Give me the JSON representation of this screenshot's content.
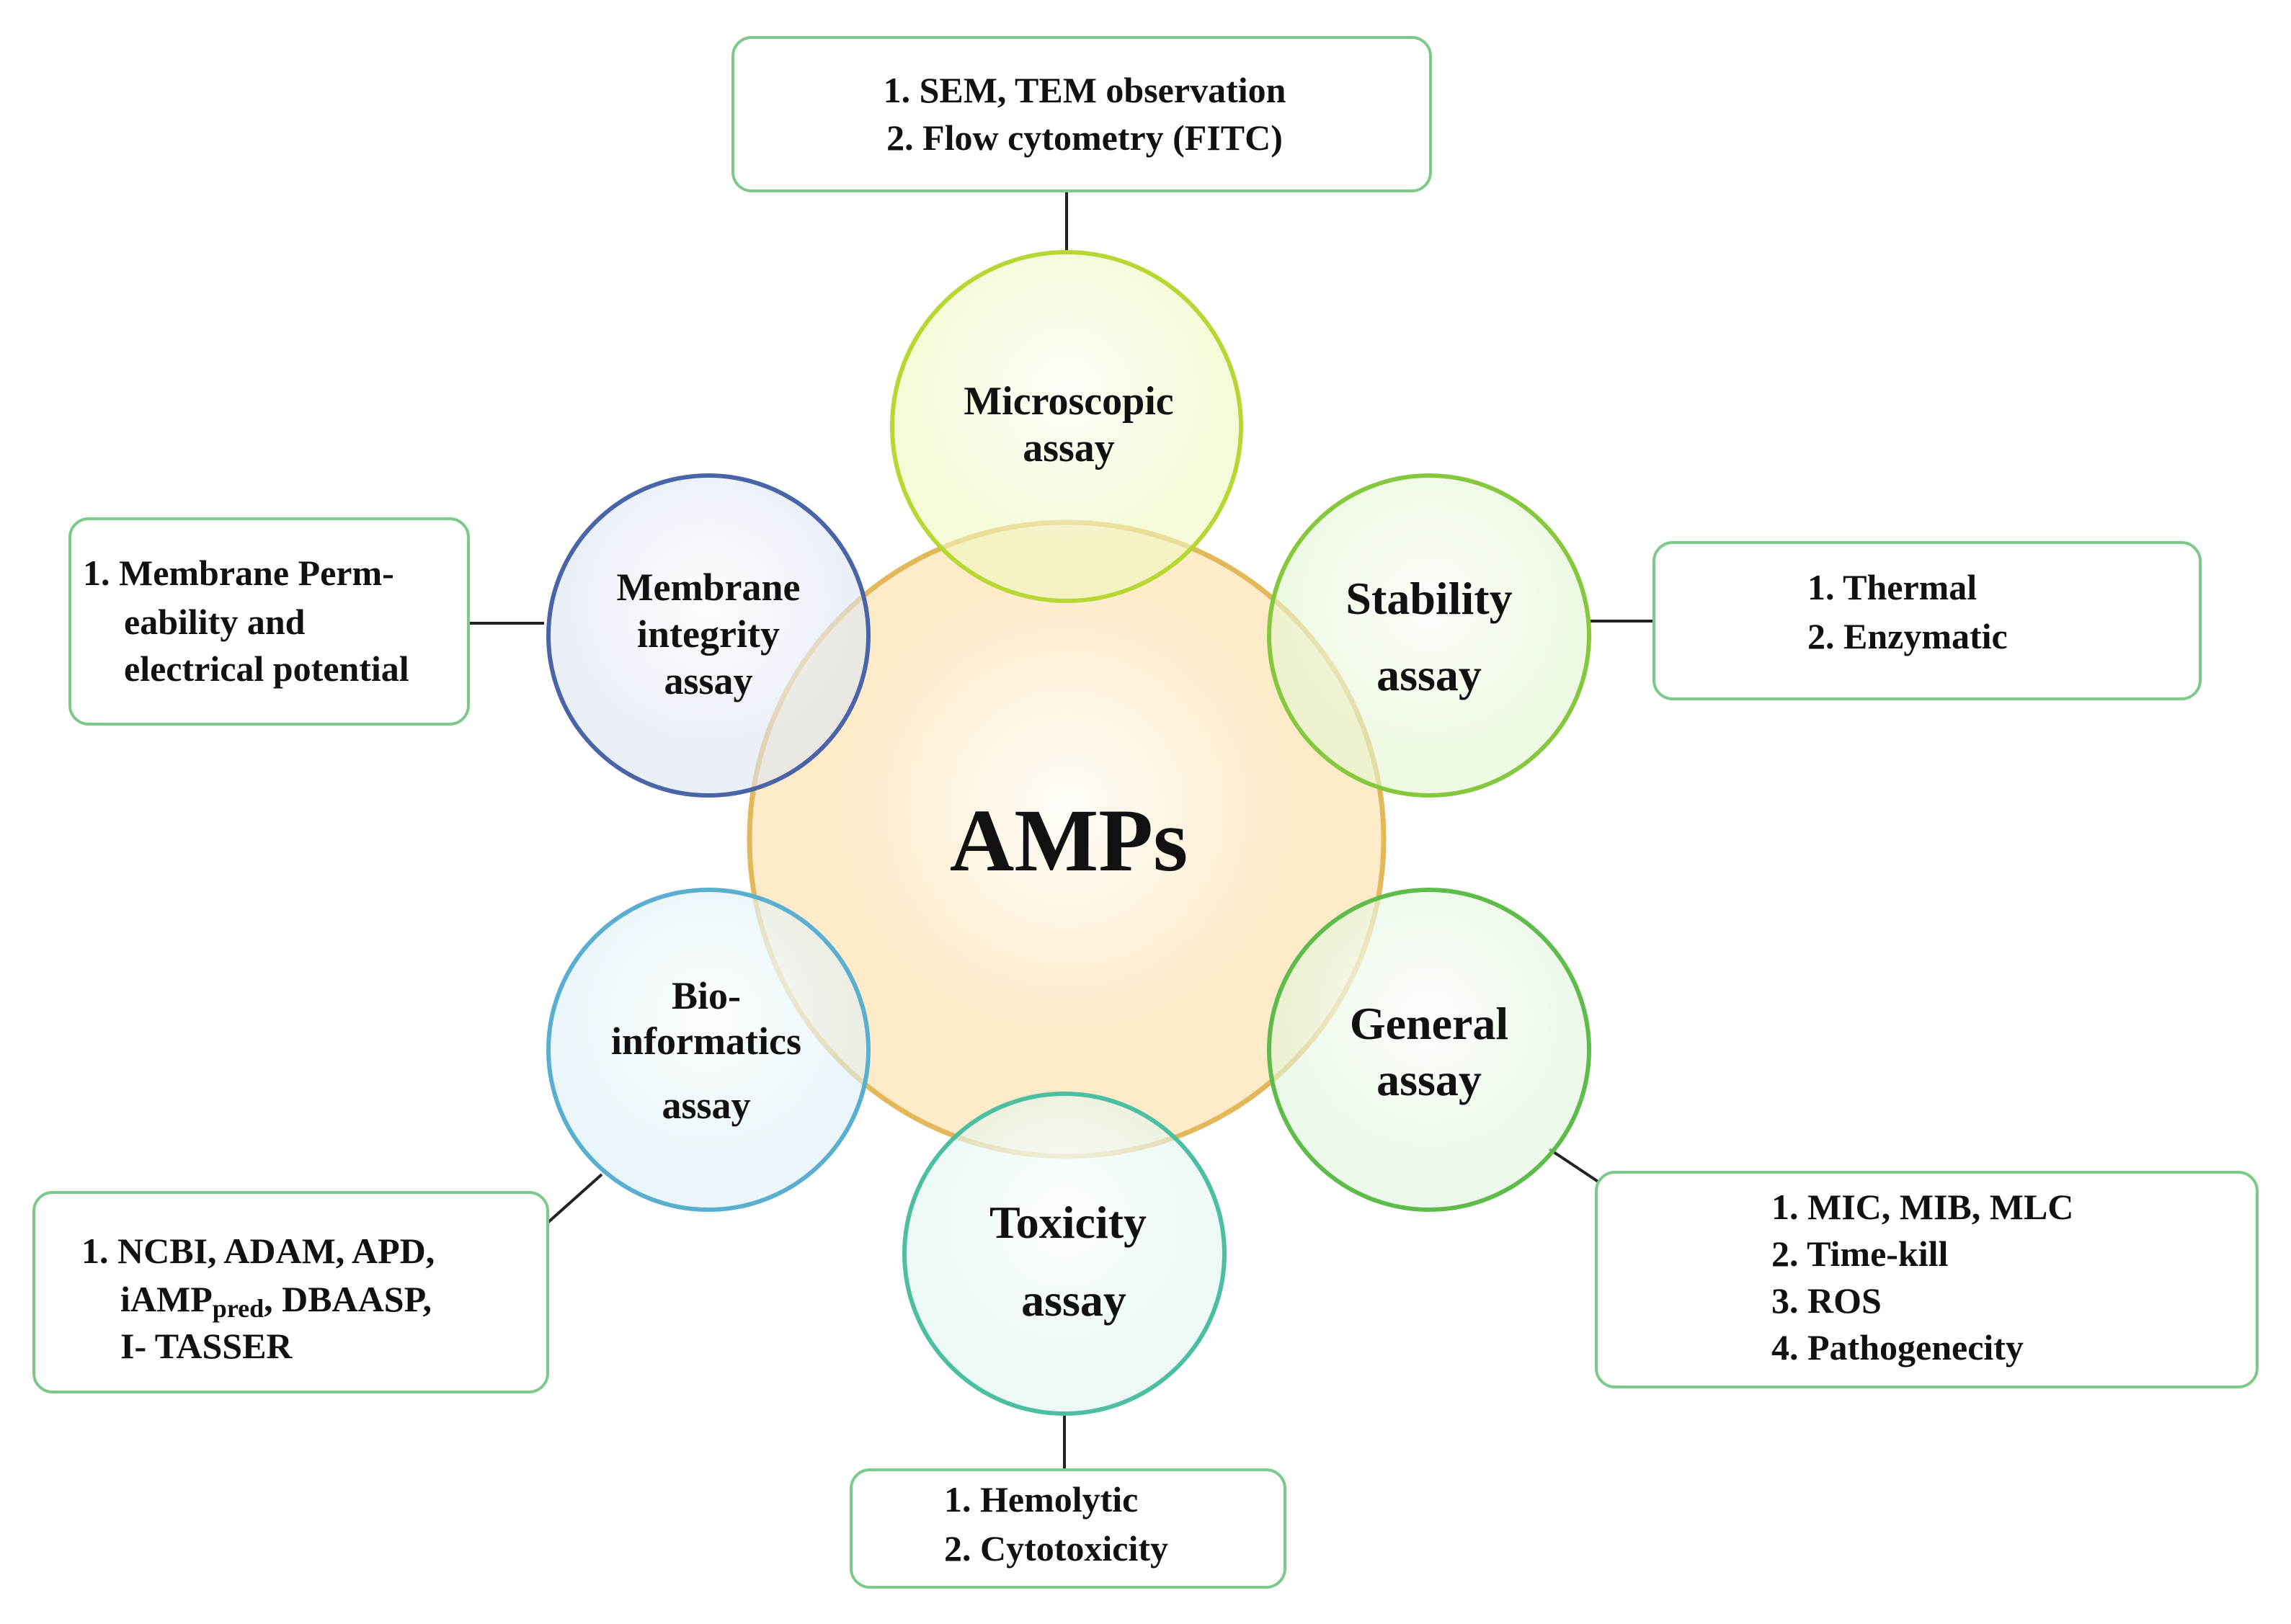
{
  "center": {
    "label": "AMPs",
    "fill": "#fde9c4",
    "stroke": "#e2b85a"
  },
  "line_color": "#222222",
  "box_border": "#7cc98a",
  "nodes": [
    {
      "id": "microscopic",
      "lines": [
        "Microscopic",
        "assay"
      ],
      "fill": "#eef7c0",
      "stroke": "#b7d733",
      "box": [
        "1. SEM, TEM observation",
        "2. Flow cytometry (FITC)"
      ]
    },
    {
      "id": "stability",
      "lines": [
        "Stability",
        "assay"
      ],
      "fill": "#e2f5d2",
      "stroke": "#86c83d",
      "box": [
        "1. Thermal",
        "2. Enzymatic"
      ]
    },
    {
      "id": "general",
      "lines": [
        "General",
        "assay"
      ],
      "fill": "#e1f5dc",
      "stroke": "#5ebd4a",
      "box": [
        "1. MIC, MIB, MLC",
        "2. Time-kill",
        "3. ROS",
        "4. Pathogenecity"
      ]
    },
    {
      "id": "toxicity",
      "lines": [
        "Toxicity",
        "assay"
      ],
      "fill": "#dff5ee",
      "stroke": "#4cbfa0",
      "box": [
        "1. Hemolytic",
        "2. Cytotoxicity"
      ]
    },
    {
      "id": "bioinformatics",
      "lines": [
        "Bio-",
        "informatics",
        "assay"
      ],
      "fill": "#ddf0f7",
      "stroke": "#5aaed0",
      "box": [
        "1. NCBI, ADAM, APD,",
        "iAMPpred, DBAASP,",
        "I- TASSER"
      ]
    },
    {
      "id": "membrane",
      "lines": [
        "Membrane",
        "integrity",
        "assay"
      ],
      "fill": "#dee5f3",
      "stroke": "#4a64a8",
      "box": [
        "1. Membrane Perm-",
        "eability and",
        "electrical potential"
      ]
    }
  ]
}
